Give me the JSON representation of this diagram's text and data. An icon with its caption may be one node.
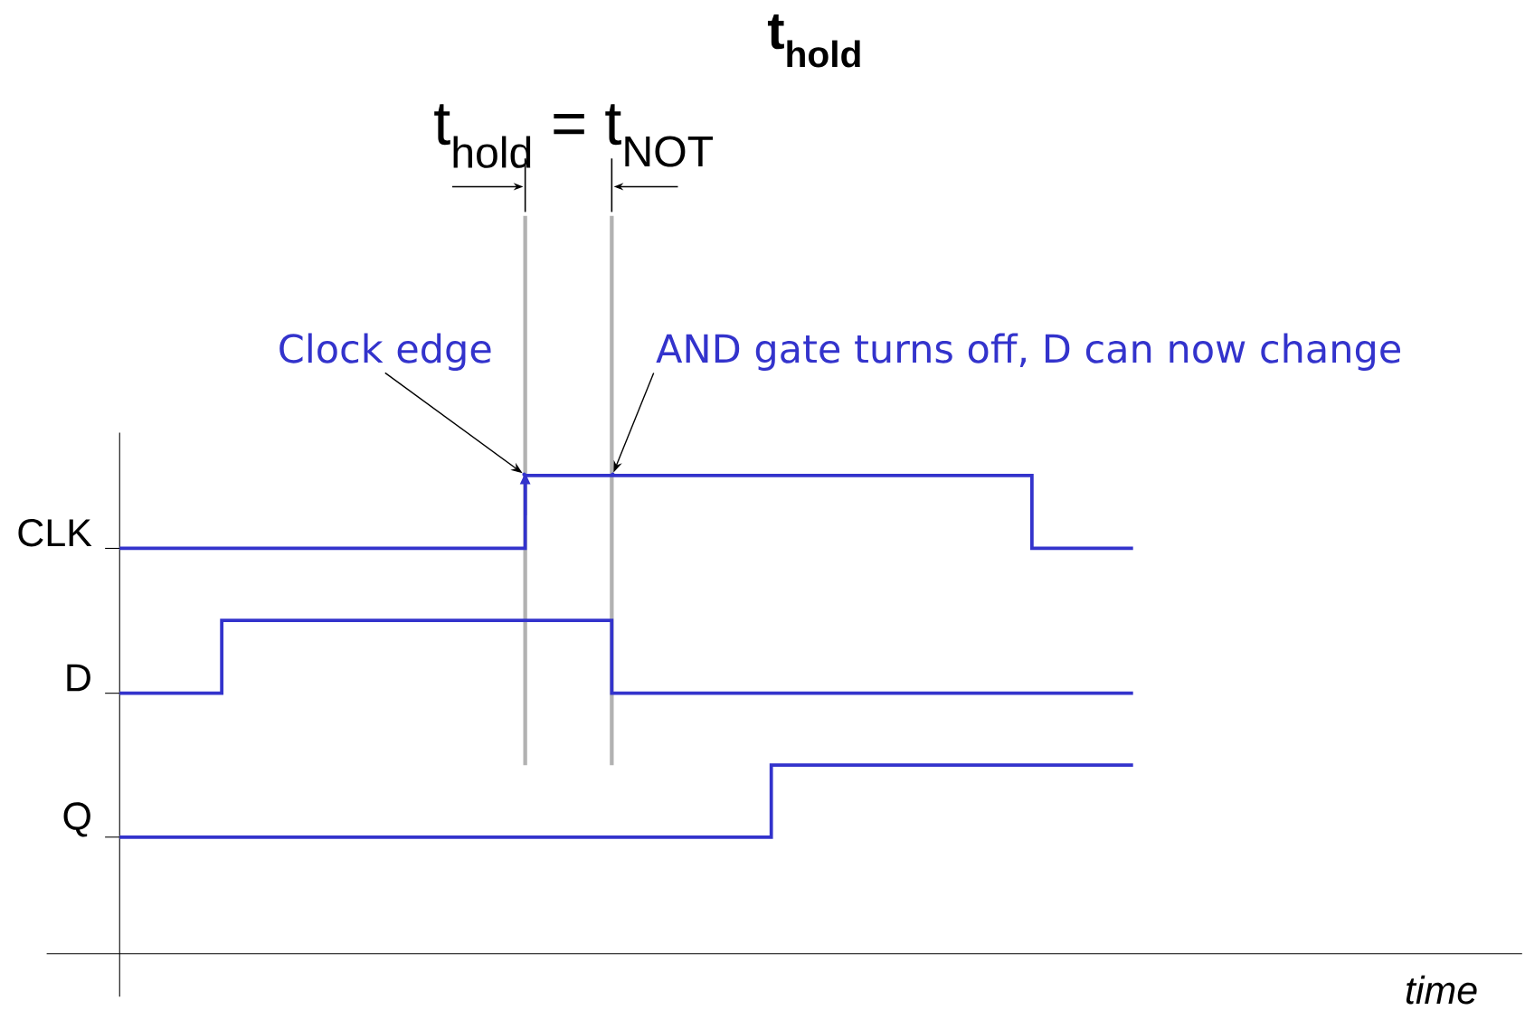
{
  "diagram": {
    "title": "t$_{hold}$",
    "nodes": [
      {
        "text": [
          "Clock edge"
        ]
      },
      {
        "text": [
          "AND gate turns off, D can now change"
        ]
      },
      {
        "text": [],
        "shape": "point"
      },
      {
        "text": [],
        "shape": "point"
      }
    ],
    "edges": [
      {
        "from": 0,
        "to": 2,
        "arrow": "to"
      },
      {
        "from": 1,
        "to": 3,
        "arrow": "to"
      }
    ],
    "labels": [
      "t$_{hold}$ = t$_{NOT}$",
      "CLK",
      "D",
      "Q",
      "time"
    ]
  }
}
